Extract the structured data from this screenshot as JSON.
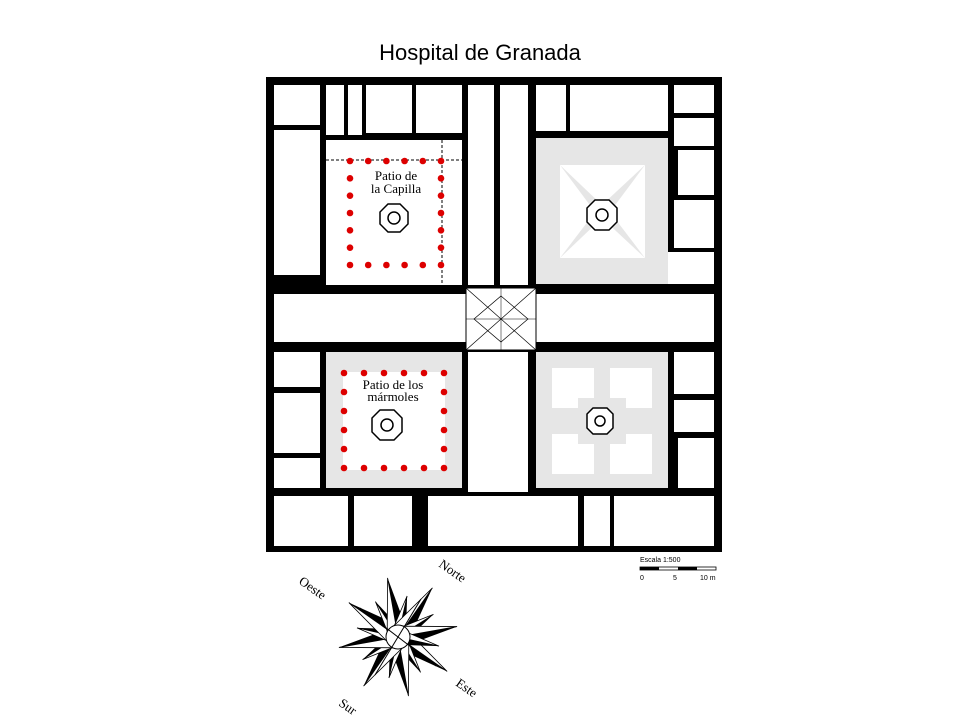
{
  "title": "Hospital de Granada",
  "patios": {
    "capilla": {
      "line1": "Patio de",
      "line2": "la Capilla"
    },
    "marmoles": {
      "line1": "Patio de los",
      "line2": "mármoles"
    }
  },
  "scale": {
    "label": "Escala 1:500",
    "ticks": [
      "0",
      "5",
      "10 m"
    ]
  },
  "compass": {
    "north": "Norte",
    "east": "Este",
    "south": "Sur",
    "west": "Oeste"
  },
  "colors": {
    "wall": "#000000",
    "courtyard": "#e6e6e6",
    "column": "#dd0000"
  }
}
